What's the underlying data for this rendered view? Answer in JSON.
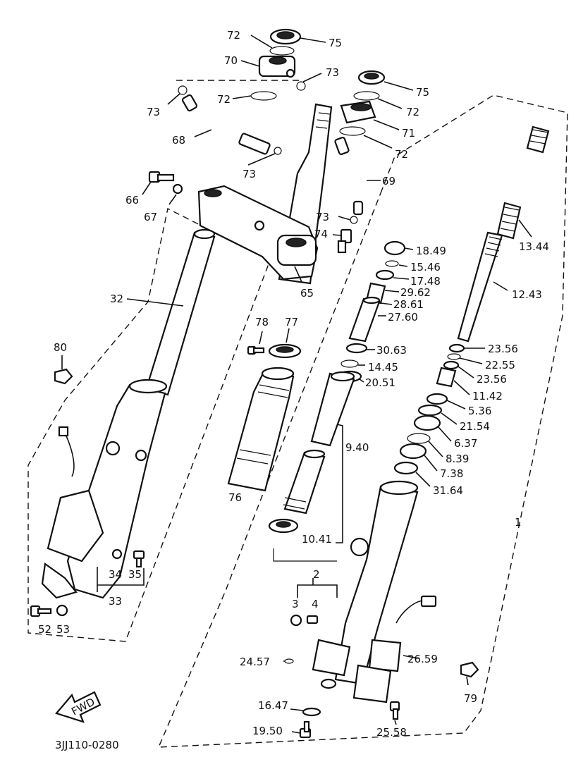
{
  "diagram": {
    "code": "3JJ110-0280",
    "fwd_label": "FWD",
    "callouts": [
      {
        "id": "c72a",
        "text": "72"
      },
      {
        "id": "c75a",
        "text": "75"
      },
      {
        "id": "c70",
        "text": "70"
      },
      {
        "id": "c73a",
        "text": "73"
      },
      {
        "id": "c73b",
        "text": "73"
      },
      {
        "id": "c72b",
        "text": "72"
      },
      {
        "id": "c75b",
        "text": "75"
      },
      {
        "id": "c72c",
        "text": "72"
      },
      {
        "id": "c71",
        "text": "71"
      },
      {
        "id": "c68",
        "text": "68"
      },
      {
        "id": "c72d",
        "text": "72"
      },
      {
        "id": "c73c",
        "text": "73"
      },
      {
        "id": "c69",
        "text": "69"
      },
      {
        "id": "c66",
        "text": "66"
      },
      {
        "id": "c67",
        "text": "67"
      },
      {
        "id": "c73d",
        "text": "73"
      },
      {
        "id": "c74",
        "text": "74"
      },
      {
        "id": "c65",
        "text": "65"
      },
      {
        "id": "c18",
        "text": "18.49"
      },
      {
        "id": "c15",
        "text": "15.46"
      },
      {
        "id": "c17",
        "text": "17.48"
      },
      {
        "id": "c29",
        "text": "29.62"
      },
      {
        "id": "c28",
        "text": "28.61"
      },
      {
        "id": "c27",
        "text": "27.60"
      },
      {
        "id": "c13",
        "text": "13.44"
      },
      {
        "id": "c12",
        "text": "12.43"
      },
      {
        "id": "c32",
        "text": "32"
      },
      {
        "id": "c78",
        "text": "78"
      },
      {
        "id": "c77",
        "text": "77"
      },
      {
        "id": "c30",
        "text": "30.63"
      },
      {
        "id": "c14",
        "text": "14.45"
      },
      {
        "id": "c20",
        "text": "20.51"
      },
      {
        "id": "c23a",
        "text": "23.56"
      },
      {
        "id": "c22",
        "text": "22.55"
      },
      {
        "id": "c23b",
        "text": "23.56"
      },
      {
        "id": "c11",
        "text": "11.42"
      },
      {
        "id": "c5",
        "text": "5.36"
      },
      {
        "id": "c21",
        "text": "21.54"
      },
      {
        "id": "c6",
        "text": "6.37"
      },
      {
        "id": "c8",
        "text": "8.39"
      },
      {
        "id": "c7",
        "text": "7.38"
      },
      {
        "id": "c31",
        "text": "31.64"
      },
      {
        "id": "c80",
        "text": "80"
      },
      {
        "id": "c9",
        "text": "9.40"
      },
      {
        "id": "c76",
        "text": "76"
      },
      {
        "id": "c1",
        "text": "1"
      },
      {
        "id": "c10",
        "text": "10.41"
      },
      {
        "id": "c34",
        "text": "34"
      },
      {
        "id": "c35",
        "text": "35"
      },
      {
        "id": "c33",
        "text": "33"
      },
      {
        "id": "c2",
        "text": "2"
      },
      {
        "id": "c3",
        "text": "3"
      },
      {
        "id": "c4",
        "text": "4"
      },
      {
        "id": "c52",
        "text": "52"
      },
      {
        "id": "c53",
        "text": "53"
      },
      {
        "id": "c24",
        "text": "24.57"
      },
      {
        "id": "c26",
        "text": "26.59"
      },
      {
        "id": "c79",
        "text": "79"
      },
      {
        "id": "c16",
        "text": "16.47"
      },
      {
        "id": "c25",
        "text": "25.58"
      },
      {
        "id": "c19",
        "text": "19.50"
      }
    ]
  }
}
